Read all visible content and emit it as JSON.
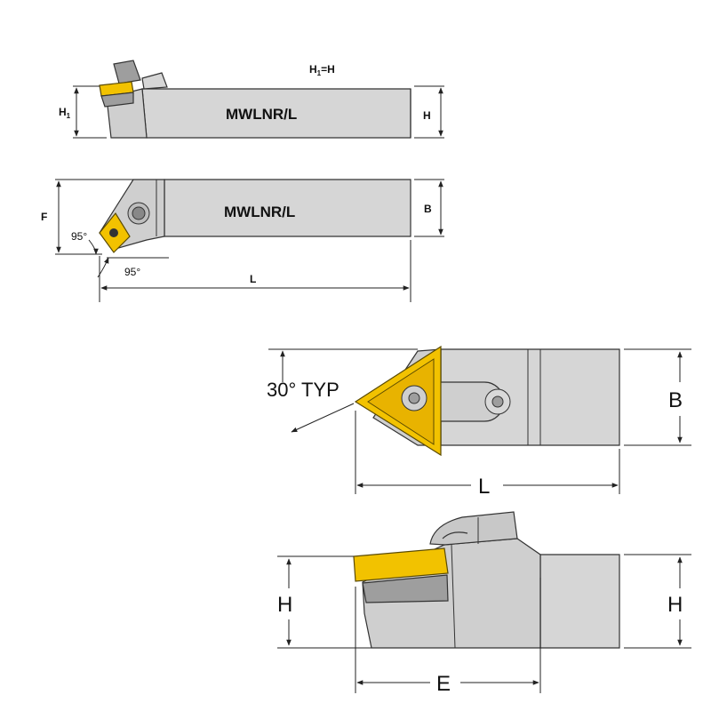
{
  "model_label": "MWLNR/L",
  "labels": {
    "h1_eq_h": "H",
    "h1_eq_h_sub": "1",
    "h1_eq_h_rest": "=H",
    "h1": "H",
    "h1_sub": "1",
    "h": "H",
    "f": "F",
    "b": "B",
    "l": "L",
    "angle_1": "95°",
    "angle_2": "95°",
    "typ_angle": "30° TYP",
    "big_b": "B",
    "big_l": "L",
    "big_h_left": "H",
    "big_h_right": "H",
    "big_e": "E"
  },
  "colors": {
    "insert": "#f2c200",
    "holder": "#d6d6d6",
    "shim": "#9e9e9e",
    "outline": "#333333"
  }
}
